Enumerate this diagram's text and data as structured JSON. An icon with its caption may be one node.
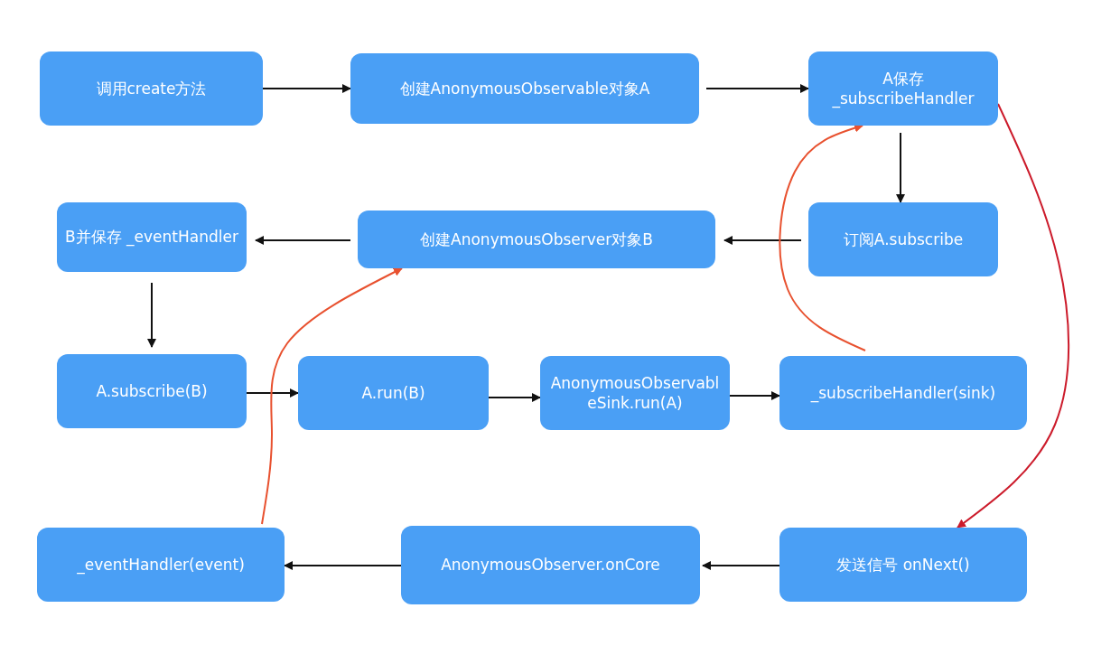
{
  "diagram": {
    "nodes": [
      {
        "text": [
          "调用create方法"
        ]
      },
      {
        "text": [
          "创建AnonymousObservable对象A"
        ]
      },
      {
        "text": [
          "A保存 _subscribeHandler"
        ]
      },
      {
        "text": [
          "B并保存 _eventHandler"
        ]
      },
      {
        "text": [
          "创建AnonymousObserver对象B"
        ]
      },
      {
        "text": [
          "订阅A.subscribe"
        ]
      },
      {
        "text": [
          "A.subscribe(B)"
        ]
      },
      {
        "text": [
          "A.run(B)"
        ]
      },
      {
        "text": [
          "AnonymousObservableSink.run(A)"
        ]
      },
      {
        "text": [
          "_subscribeHandler(sink)"
        ]
      },
      {
        "text": [
          "_eventHandler(event)"
        ]
      },
      {
        "text": [
          "AnonymousObserver.onCore"
        ]
      },
      {
        "text": [
          "发送信号 onNext()"
        ]
      }
    ],
    "edges": [
      {
        "from": 0,
        "to": 1,
        "arrow": "to"
      },
      {
        "from": 1,
        "to": 2,
        "arrow": "to"
      },
      {
        "from": 2,
        "to": 5,
        "arrow": "to"
      },
      {
        "from": 5,
        "to": 4,
        "arrow": "to"
      },
      {
        "from": 4,
        "to": 3,
        "arrow": "to"
      },
      {
        "from": 3,
        "to": 6,
        "arrow": "to"
      },
      {
        "from": 6,
        "to": 7,
        "arrow": "to"
      },
      {
        "from": 7,
        "to": 8,
        "arrow": "to"
      },
      {
        "from": 8,
        "to": 9,
        "arrow": "to"
      },
      {
        "from": 12,
        "to": 11,
        "arrow": "to"
      },
      {
        "from": 11,
        "to": 10,
        "arrow": "to"
      },
      {
        "from": 9,
        "to": 2,
        "arrow": "to",
        "color": "#e8512f"
      },
      {
        "from": 2,
        "to": 12,
        "arrow": "to",
        "color": "#cc1b2b"
      },
      {
        "from": 10,
        "to": 4,
        "arrow": "to",
        "color": "#e8512f"
      }
    ]
  }
}
